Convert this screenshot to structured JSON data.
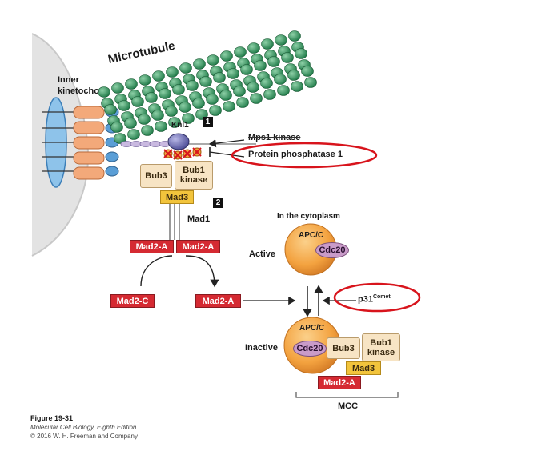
{
  "labels": {
    "microtubule": "Microtubule",
    "inner_kinetochore_1": "Inner",
    "inner_kinetochore_2": "kinetocho",
    "knl1": "Knl1",
    "mps1": "Mps1 kinase",
    "pp1": "Protein phosphatase 1",
    "bub3": "Bub3",
    "bub1_line1": "Bub1",
    "bub1_line2": "kinase",
    "mad3": "Mad3",
    "mad1": "Mad1",
    "mad2a": "Mad2-A",
    "mad2c": "Mad2-C",
    "in_cytoplasm": "In the cytoplasm",
    "apcc": "APC/C",
    "cdc20": "Cdc20",
    "active": "Active",
    "inactive": "Inactive",
    "p31": "p31",
    "p31_sup": "Comet",
    "mcc": "MCC",
    "step1": "1",
    "step2": "2"
  },
  "caption": {
    "figure": "Figure 19-31",
    "book": "Molecular Cell Biology, Eighth Edition",
    "copyright": "© 2016 W. H. Freeman and Company"
  },
  "colors": {
    "microtubule": "#2e8f5a",
    "red": "#d52a32",
    "orange": "#f3a23f",
    "highlight": "#d8141c"
  }
}
